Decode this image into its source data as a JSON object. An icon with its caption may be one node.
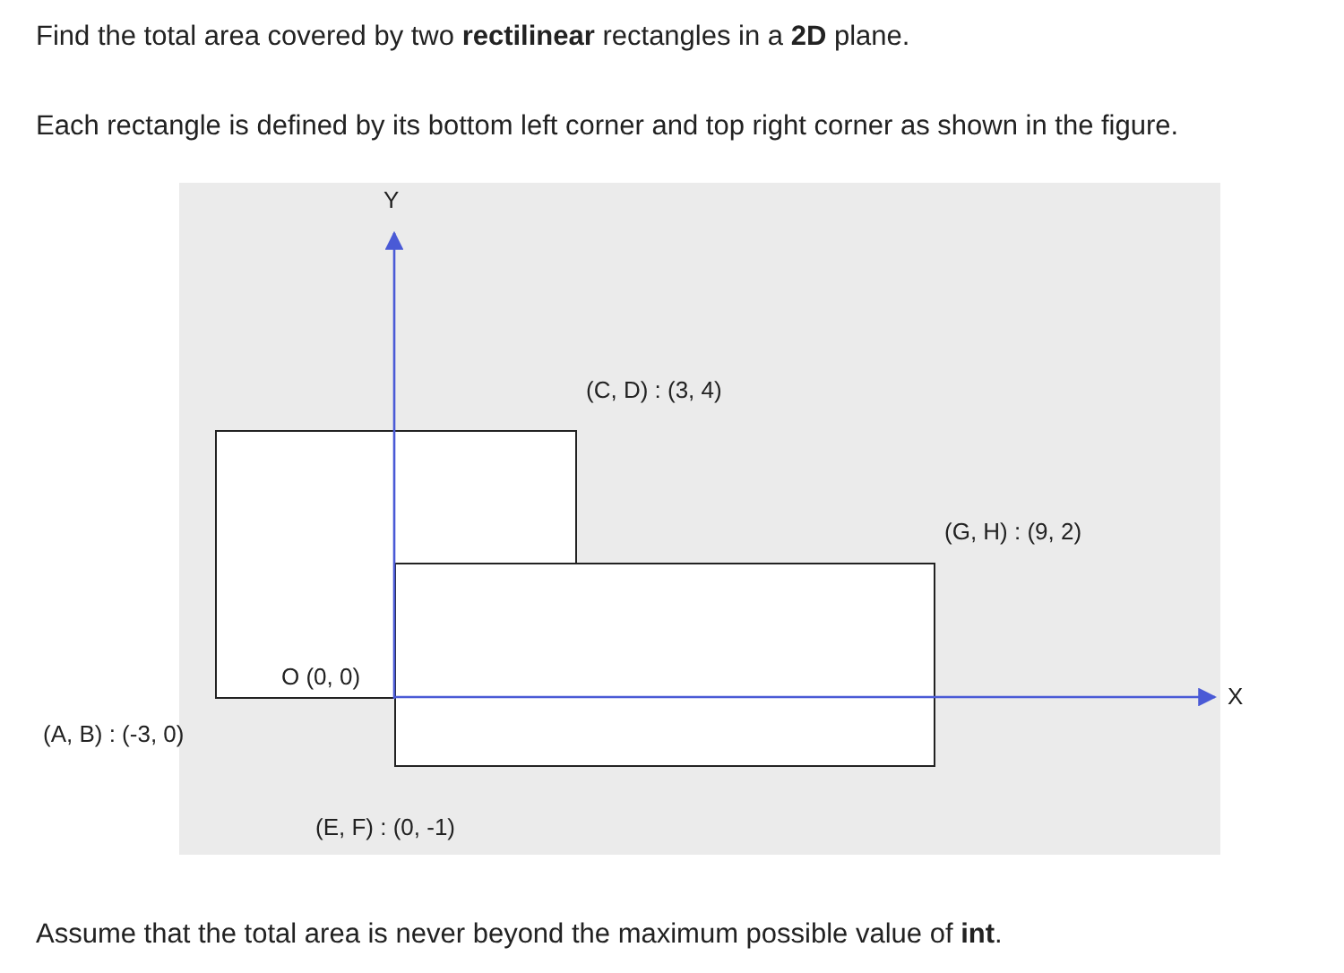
{
  "diagram": {
    "nodes": [
      {
        "text": [],
        "shape": "box"
      },
      {
        "text": [],
        "shape": "box"
      }
    ],
    "edges": [],
    "labels": [
      "Find the total area covered by two **rectilinear** rectangles in a **2D** plane.",
      "Each rectangle is defined by its bottom left corner and top right corner as shown in the figure.",
      "Y",
      "(C, D) : (3, 4)",
      "(G, H) : (9, 2)",
      "O (0, 0)",
      "X",
      "(A, B) : (-3, 0)",
      "(E, F) : (0, -1)",
      "Assume that the total area is never beyond the maximum possible value of **int**."
    ]
  }
}
